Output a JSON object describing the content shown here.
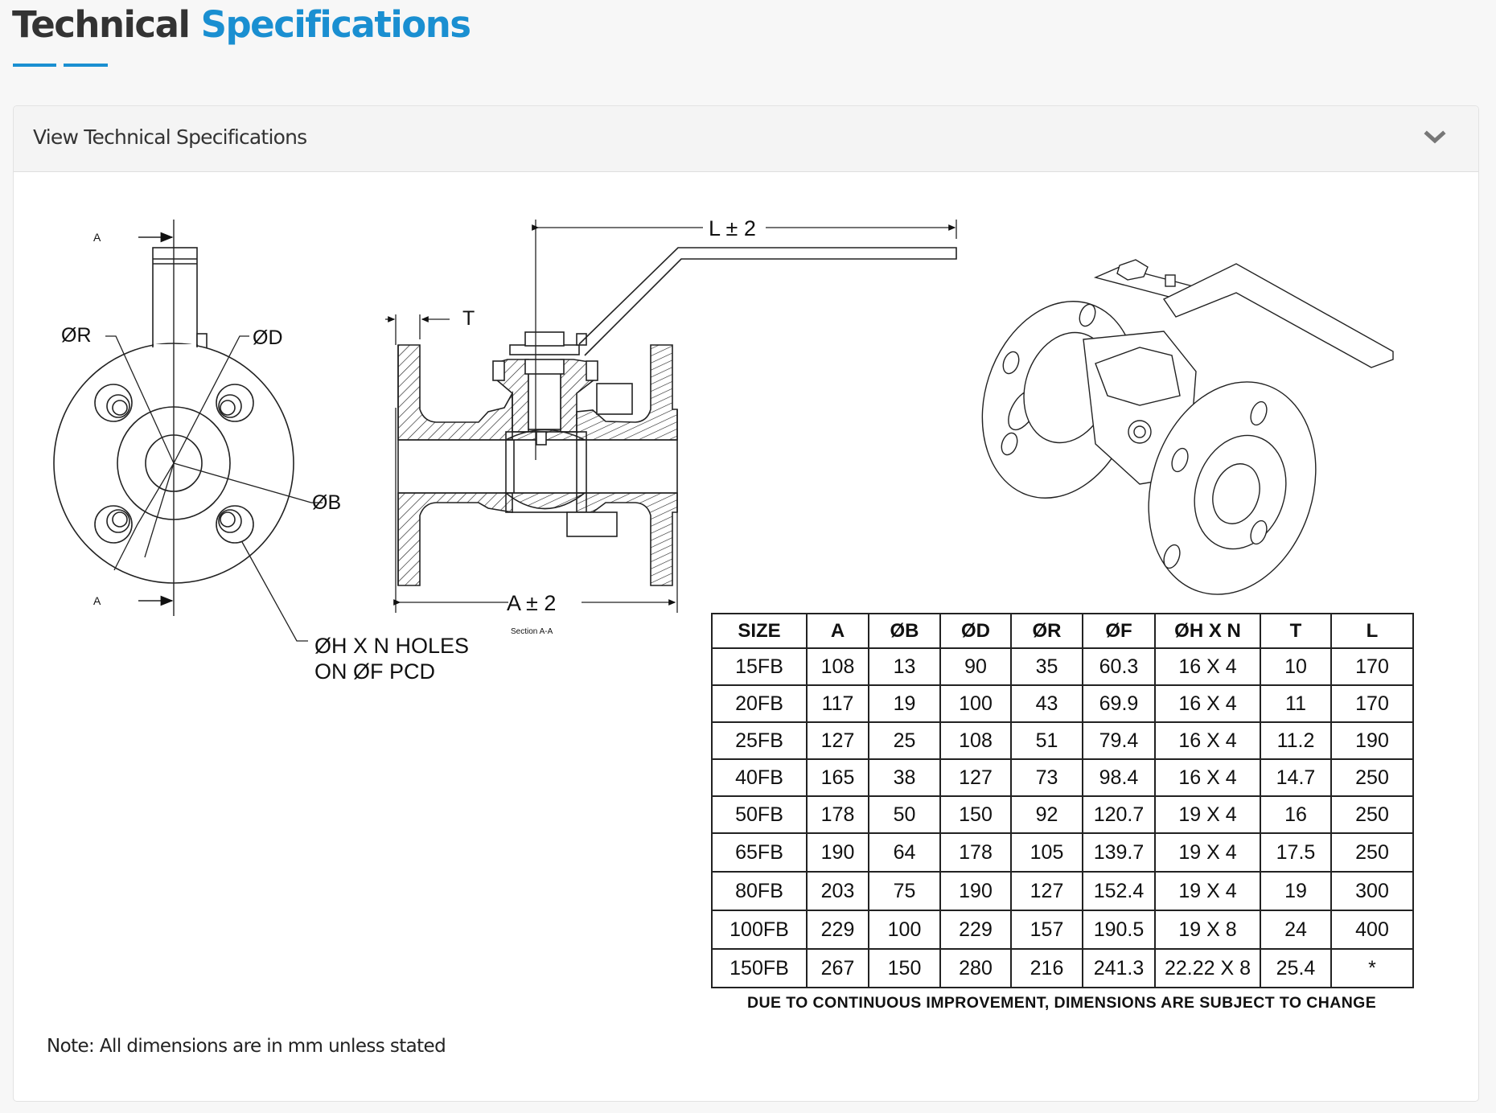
{
  "page": {
    "title_part1": "Technical",
    "title_part2": "Specifications",
    "accent_color": "#1a8fd1"
  },
  "accordion": {
    "header_label": "View Technical Specifications",
    "toggle_icon": "chevron-down-icon",
    "expanded": true
  },
  "drawing": {
    "front_view": {
      "section_marker": "A",
      "labels": [
        "ØR",
        "ØD",
        "ØB"
      ],
      "hole_callout_line1": "ØH X N HOLES",
      "hole_callout_line2": "ON ØF PCD"
    },
    "section_view": {
      "thickness_label": "T",
      "length_dimension": "L ± 2",
      "face_to_face_dimension": "A ± 2",
      "caption": "Section A-A"
    }
  },
  "spec_table": {
    "columns": [
      "SIZE",
      "A",
      "ØB",
      "ØD",
      "ØR",
      "ØF",
      "ØH X N",
      "T",
      "L"
    ],
    "rows": [
      [
        "15FB",
        "108",
        "13",
        "90",
        "35",
        "60.3",
        "16 X 4",
        "10",
        "170"
      ],
      [
        "20FB",
        "117",
        "19",
        "100",
        "43",
        "69.9",
        "16 X 4",
        "11",
        "170"
      ],
      [
        "25FB",
        "127",
        "25",
        "108",
        "51",
        "79.4",
        "16 X 4",
        "11.2",
        "190"
      ],
      [
        "40FB",
        "165",
        "38",
        "127",
        "73",
        "98.4",
        "16 X 4",
        "14.7",
        "250"
      ],
      [
        "50FB",
        "178",
        "50",
        "150",
        "92",
        "120.7",
        "19 X 4",
        "16",
        "250"
      ],
      [
        "65FB",
        "190",
        "64",
        "178",
        "105",
        "139.7",
        "19 X 4",
        "17.5",
        "250"
      ],
      [
        "80FB",
        "203",
        "75",
        "190",
        "127",
        "152.4",
        "19 X 4",
        "19",
        "300"
      ],
      [
        "100FB",
        "229",
        "100",
        "229",
        "157",
        "190.5",
        "19 X 8",
        "24",
        "400"
      ],
      [
        "150FB",
        "267",
        "150",
        "280",
        "216",
        "241.3",
        "22.22 X 8",
        "25.4",
        "*"
      ]
    ],
    "disclaimer": "DUE TO CONTINUOUS IMPROVEMENT, DIMENSIONS ARE SUBJECT TO CHANGE"
  },
  "note": "Note: All dimensions are in mm unless stated"
}
